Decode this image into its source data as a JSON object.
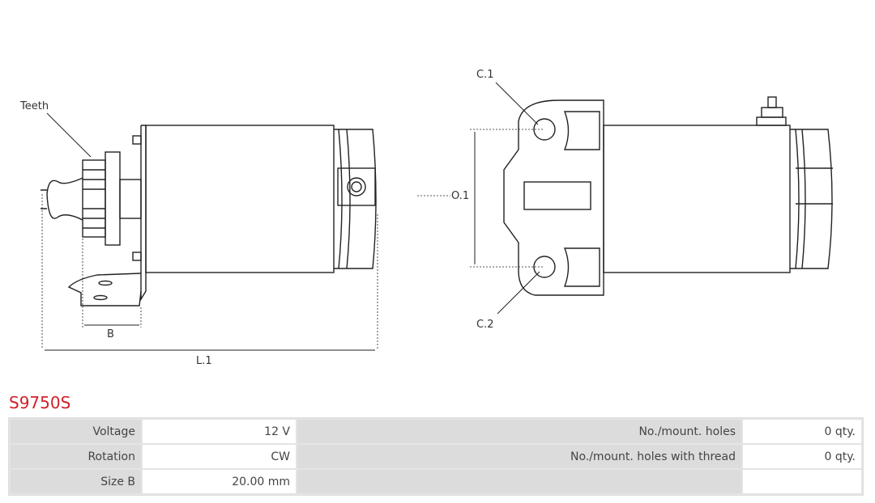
{
  "drawing": {
    "teeth": "Teeth",
    "b": "B",
    "l1": "L.1",
    "c1": "C.1",
    "c2": "C.2",
    "o1": "O.1"
  },
  "product": {
    "code": "S9750S"
  },
  "specs": [
    {
      "label": "Voltage",
      "value": "12 V",
      "label2": "No./mount. holes",
      "value2": "0 qty."
    },
    {
      "label": "Rotation",
      "value": "CW",
      "label2": "No./mount. holes with thread",
      "value2": "0 qty."
    },
    {
      "label": "Size B",
      "value": "20.00 mm",
      "label2": "",
      "value2": ""
    }
  ]
}
